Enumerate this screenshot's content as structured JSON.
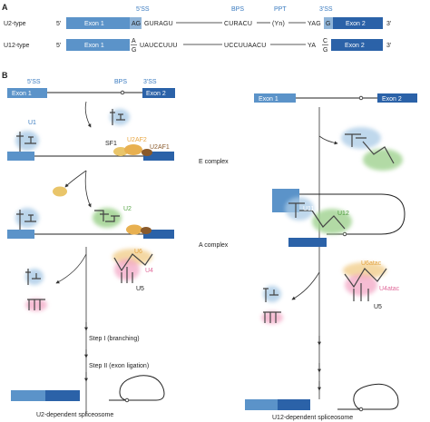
{
  "panel_a": {
    "label": "A",
    "header_5ss": "5'SS",
    "header_bps": "BPS",
    "header_ppt": "PPT",
    "header_3ss": "3'SS",
    "u2_row": {
      "type": "U2-type",
      "five": "5'",
      "exon1": "Exon 1",
      "ag": "AG",
      "donor": "GURAGU",
      "bps": "CURACU",
      "ppt": "(Yn)",
      "acceptor": "YAG",
      "g": "G",
      "exon2": "Exon 2",
      "three": "3'"
    },
    "u12_row": {
      "type": "U12-type",
      "five": "5'",
      "exon1": "Exon 1",
      "a_top": "A",
      "g_bottom": "G",
      "donor": "UAUCCUUU",
      "bps": "UCCUUAACU",
      "acceptor": "YA",
      "c_top": "C",
      "g_bot": "G",
      "exon2": "Exon 2",
      "three": "3'"
    }
  },
  "panel_b": {
    "label": "B",
    "left": {
      "ss5": "5'SS",
      "bps": "BPS",
      "ss3": "3'SS",
      "exon1": "Exon 1",
      "exon2": "Exon 2",
      "u1": "U1",
      "sf1": "SF1",
      "u2af2": "U2AF2",
      "u2af1": "U2AF1",
      "u2": "U2",
      "u6": "U6",
      "u4": "U4",
      "u5": "U5",
      "step1": "Step I (branching)",
      "step2": "Step II (exon ligation)",
      "caption": "U2-dependent spliceosome"
    },
    "middle": {
      "e_complex": "E complex",
      "a_complex": "A complex"
    },
    "right": {
      "exon1": "Exon 1",
      "exon2": "Exon 2",
      "u11": "U11",
      "u12": "U12",
      "u6atac": "U6atac",
      "u4atac": "U4atac",
      "u5": "U5",
      "caption": "U12-dependent spliceosome"
    }
  },
  "colors": {
    "exon1": "#5b93c9",
    "exon2": "#2b62a8",
    "blue_text": "#3a7bc0",
    "u2_green": "#5aa84a",
    "u2af2_orange": "#e8b050",
    "u2af1_brown": "#8a5a2b",
    "u6_orange": "#e2a23c",
    "u4_pink": "#e06a9a"
  }
}
